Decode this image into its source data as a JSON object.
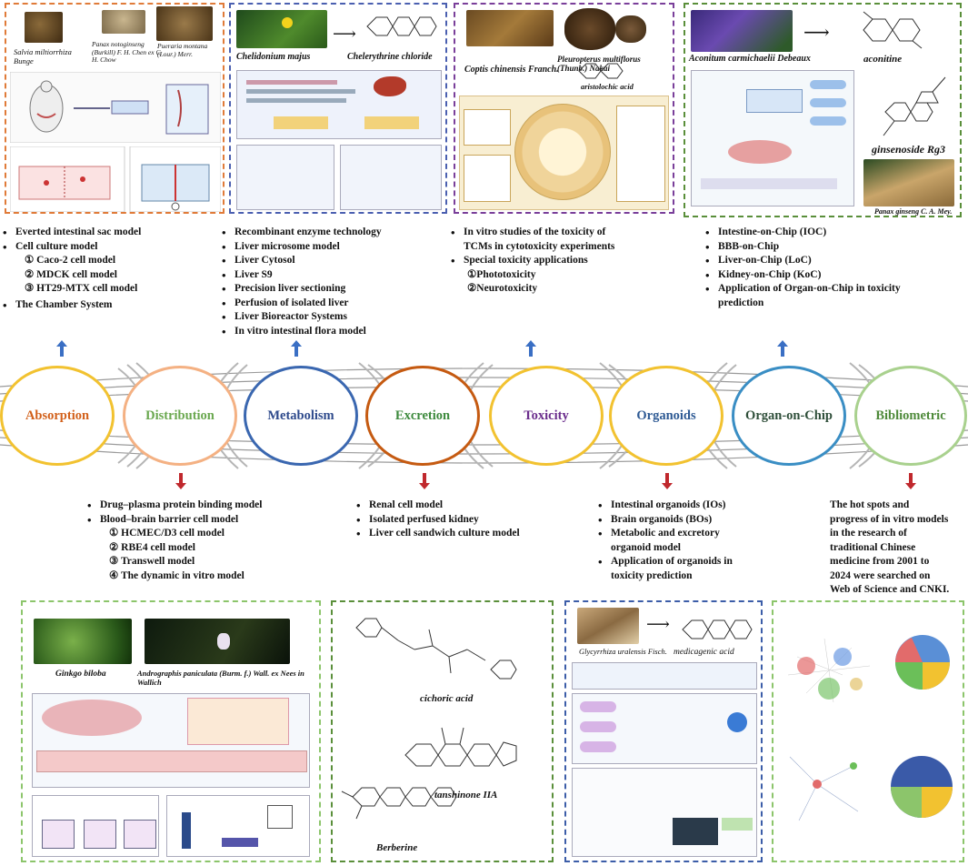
{
  "panels": {
    "absorption": {
      "herbs": [
        "Salvia miltiorrhiza Bunge",
        "Panax notoginseng (Burkill) F. H. Chen ex C. H. Chow",
        "Pueraria montana (Lour.) Merr."
      ]
    },
    "metabolism": {
      "plant": "Chelidonium majus",
      "compound": "Chelerythrine chloride"
    },
    "toxicity": {
      "plant1": "Coptis chinensis Franch.",
      "plant2": "Pleuropterus multiflorus (Thunb.) Nakai",
      "compound": "aristolochic acid"
    },
    "organchip": {
      "plant1": "Aconitum carmichaelii Debeaux",
      "compound1": "aconitine",
      "compound2": "ginsenoside Rg3",
      "plant2": "Panax ginseng C. A. Mey."
    },
    "distribution": {
      "plant1": "Ginkgo biloba",
      "plant2": "Andrographis paniculata (Burm. f.) Wall. ex Nees in Wallich"
    },
    "excretion": {
      "compound1": "cichoric acid",
      "compound2": "tanshinone IIA",
      "compound3": "Berberine"
    },
    "organoids": {
      "plant": "Glycyrrhiza uralensis Fisch.",
      "compound": "medicagenic acid"
    }
  },
  "stages": [
    {
      "label": "Absorption",
      "color": "#d2601a",
      "ring": "#f2c230"
    },
    {
      "label": "Distribution",
      "color": "#6aa84f",
      "ring": "#f4b183"
    },
    {
      "label": "Metabolism",
      "color": "#2e4a8c",
      "ring": "#3a67b0"
    },
    {
      "label": "Excretion",
      "color": "#3d8a3d",
      "ring": "#c55a11"
    },
    {
      "label": "Toxicity",
      "color": "#6a2c8c",
      "ring": "#f2c230"
    },
    {
      "label": "Organoids",
      "color": "#2e5a94",
      "ring": "#f2c230"
    },
    {
      "label": "Organ-on-Chip",
      "color": "#2f4f3a",
      "ring": "#3a8ec4"
    },
    {
      "label": "Bibliometric",
      "color": "#4e8a3a",
      "ring": "#a9d18e"
    }
  ],
  "lists": {
    "absorption": [
      {
        "t": "Everted intestinal sac model",
        "s": false
      },
      {
        "t": "Cell culture model",
        "s": false
      },
      {
        "t": "① Caco-2 cell model",
        "s": true
      },
      {
        "t": "② MDCK cell model",
        "s": true
      },
      {
        "t": "③ HT29-MTX cell model",
        "s": true
      },
      {
        "t": "The Chamber System",
        "s": false
      }
    ],
    "metabolism": [
      "Recombinant enzyme technology",
      "Liver microsome model",
      "Liver Cytosol",
      "Liver S9",
      "Precision liver sectioning",
      "Perfusion of isolated liver",
      "Liver Bioreactor Systems",
      "In vitro intestinal flora model"
    ],
    "toxicity": [
      {
        "t": "In vitro studies of the toxicity of",
        "s": false,
        "b": true
      },
      {
        "t": "TCMs in cytotoxicity experiments",
        "s": false,
        "b": false
      },
      {
        "t": "Special toxicity applications",
        "s": false,
        "b": true
      },
      {
        "t": "①Phototoxicity",
        "s": true,
        "b": false
      },
      {
        "t": "②Neurotoxicity",
        "s": true,
        "b": false
      }
    ],
    "organchip": [
      {
        "t": "Intestine-on-Chip (IOC)",
        "b": true
      },
      {
        "t": "BBB-on-Chip",
        "b": true
      },
      {
        "t": "Liver-on-Chip (LoC)",
        "b": true
      },
      {
        "t": "Kidney-on-Chip (KoC)",
        "b": true
      },
      {
        "t": "Application of Organ-on-Chip in toxicity",
        "b": true
      },
      {
        "t": "prediction",
        "b": false
      }
    ],
    "distribution": [
      {
        "t": "Drug–plasma protein binding model",
        "s": false
      },
      {
        "t": "Blood–brain barrier cell model",
        "s": false
      },
      {
        "t": "① HCMEC/D3 cell model",
        "s": true
      },
      {
        "t": "② RBE4 cell model",
        "s": true
      },
      {
        "t": "③ Transwell model",
        "s": true
      },
      {
        "t": "④ The dynamic in vitro model",
        "s": true
      }
    ],
    "excretion": [
      "Renal cell model",
      "Isolated perfused kidney",
      "Liver cell sandwich culture model"
    ],
    "organoids": [
      {
        "t": "Intestinal organoids (IOs)",
        "b": true
      },
      {
        "t": "Brain organoids (BOs)",
        "b": true
      },
      {
        "t": "Metabolic and excretory",
        "b": true
      },
      {
        "t": "organoid model",
        "b": false
      },
      {
        "t": "Application of organoids in",
        "b": true
      },
      {
        "t": "toxicity prediction",
        "b": false
      }
    ]
  },
  "bibliometric_text": [
    "The hot spots and",
    "progress of in vitro models",
    "in the research of",
    "traditional Chinese",
    "medicine from 2001 to",
    "2024 were searched on",
    "Web of Science and CNKI."
  ],
  "colors": {
    "arrow_up": "#3a6fc4",
    "arrow_down": "#c0282d"
  }
}
